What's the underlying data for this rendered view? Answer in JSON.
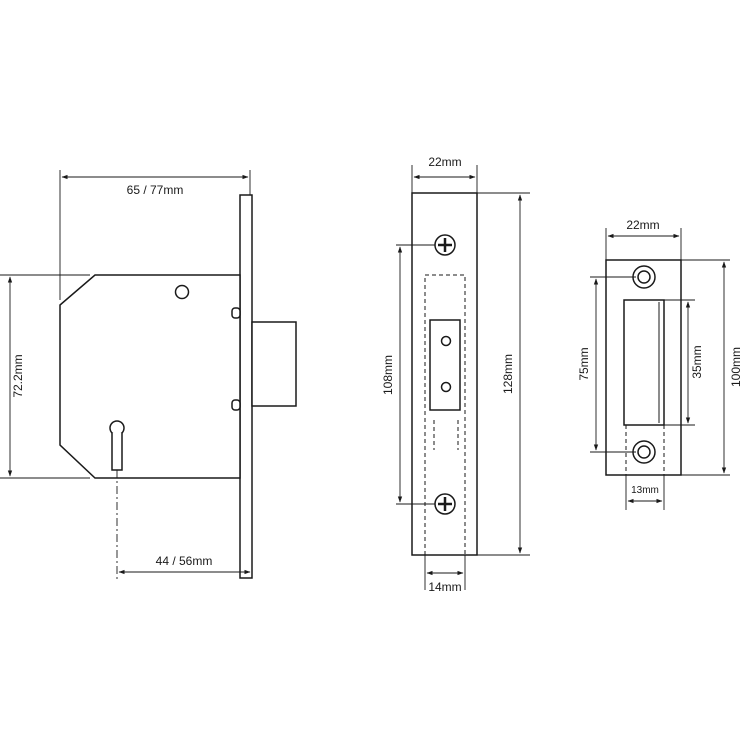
{
  "lock_body": {
    "dims": {
      "overall_width": "65 / 77mm",
      "height": "72.2mm",
      "backset": "44 / 56mm"
    }
  },
  "forend": {
    "dims": {
      "width": "22mm",
      "screw_centres": "108mm",
      "length": "128mm",
      "case_width": "14mm"
    }
  },
  "strike_plate": {
    "dims": {
      "width": "22mm",
      "screw_centres": "75mm",
      "opening": "35mm",
      "length": "100mm",
      "bottom": "13mm"
    }
  }
}
